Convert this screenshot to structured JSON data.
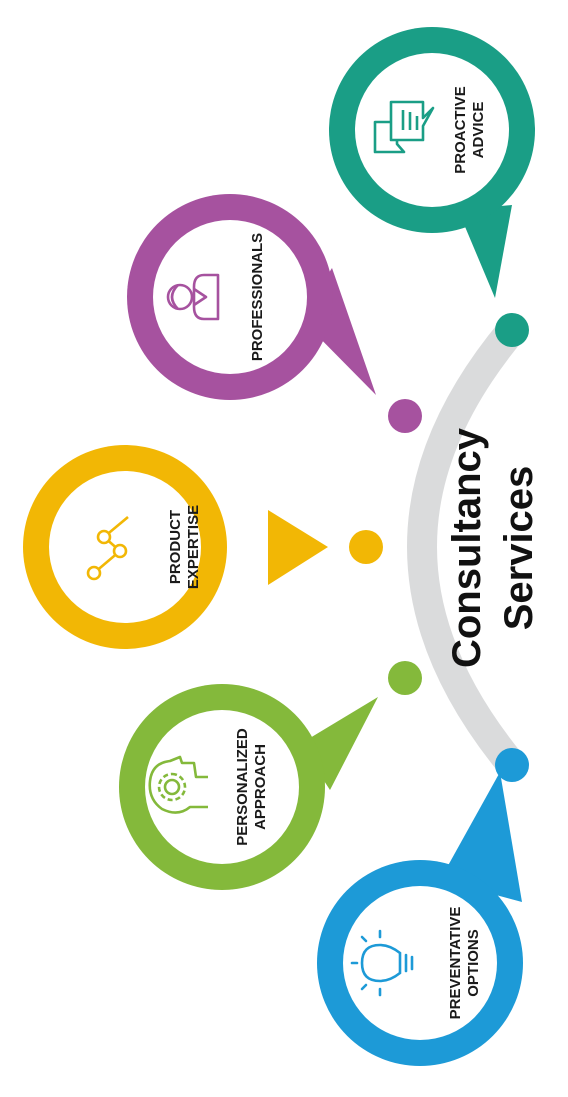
{
  "title": {
    "line1": "Consultancy",
    "line2": "Services"
  },
  "colors": {
    "arc": "#dadbdc",
    "title": "#111111",
    "label": "#1a1a1a"
  },
  "items": [
    {
      "line1": "PROACTIVE",
      "line2": "ADVICE",
      "color": "#1a9e86",
      "icon": "chat-bubbles-icon"
    },
    {
      "line1": "PROFESSIONALS",
      "line2": "",
      "color": "#a6529f",
      "icon": "person-icon"
    },
    {
      "line1": "PRODUCT",
      "line2": "EXPERTISE",
      "color": "#f2b705",
      "icon": "line-chart-icon"
    },
    {
      "line1": "PERSONALIZED",
      "line2": "APPROACH",
      "color": "#84b93b",
      "icon": "gear-head-icon"
    },
    {
      "line1": "PREVENTATIVE",
      "line2": "OPTIONS",
      "color": "#1d9ad7",
      "icon": "lightbulb-icon"
    }
  ]
}
